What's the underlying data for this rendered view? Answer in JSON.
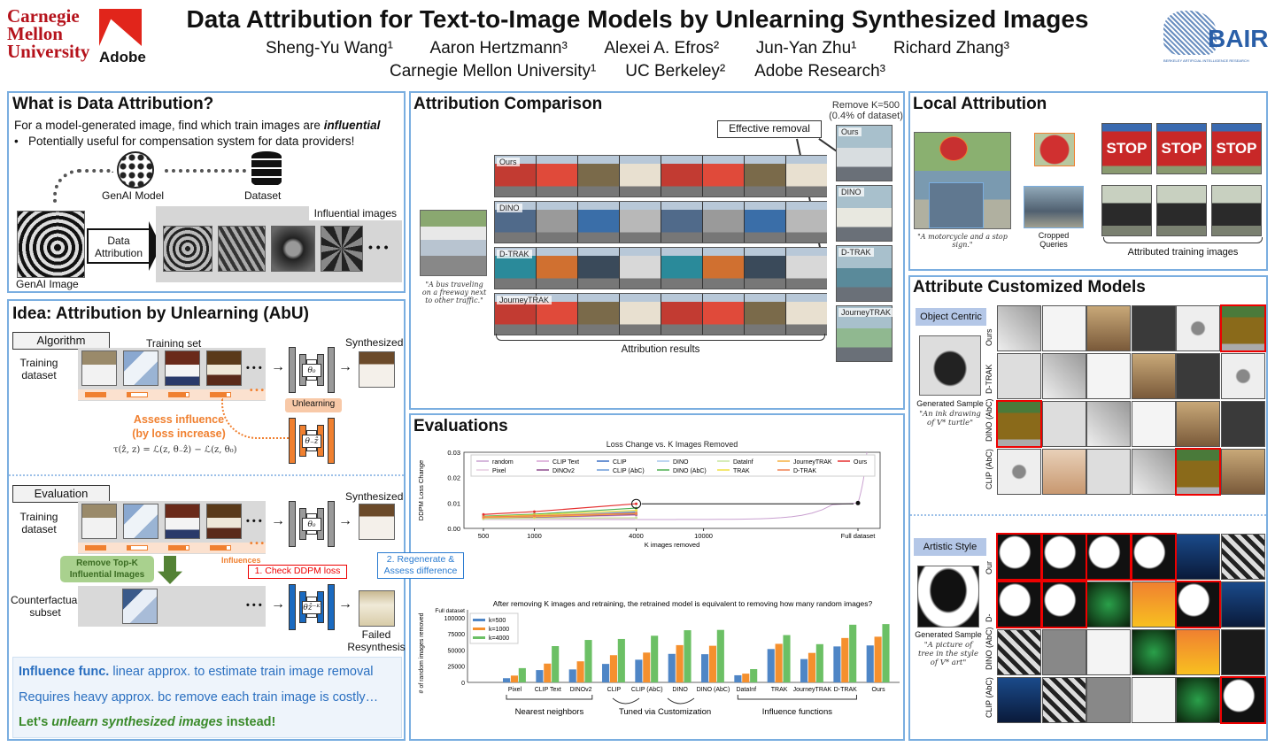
{
  "header": {
    "logo_cmu": [
      "Carnegie",
      "Mellon",
      "University"
    ],
    "logo_adobe": "Adobe",
    "logo_bair": "BAIR",
    "logo_bair_sub": "BERKELEY ARTIFICIAL INTELLIGENCE RESEARCH",
    "title": "Data Attribution for Text-to-Image Models by Unlearning Synthesized Images",
    "authors": [
      "Sheng-Yu Wang¹",
      "Aaron Hertzmann³",
      "Alexei A. Efros²",
      "Jun-Yan Zhu¹",
      "Richard Zhang³"
    ],
    "affiliations": [
      "Carnegie Mellon University¹",
      "UC Berkeley²",
      "Adobe Research³"
    ]
  },
  "what": {
    "title": "What is Data Attribution?",
    "line1_prefix": "For a model-generated image, find which train images are ",
    "line1_emph": "influential",
    "bullet": "Potentially useful for compensation system for data providers!",
    "genai_model": "GenAI Model",
    "dataset": "Dataset",
    "genai_image": "GenAI Image",
    "data_attribution": "Data Attribution",
    "influential_images": "Influential images",
    "ellipsis": "• • •"
  },
  "idea": {
    "title": "Idea: Attribution by Unlearning (AbU)",
    "algorithm": "Algorithm",
    "training_set": "Training set",
    "training_dataset": "Training dataset",
    "synthesized": "Synthesized",
    "theta0": "θ₀",
    "theta_minus": "θ₋ẑ",
    "theta_k": "θẑ⁻ᴷ",
    "unlearning": "Unlearning",
    "assess1": "Assess influence",
    "assess2": "(by loss increase)",
    "formula": "τ(ẑ, z) = ℒ(z, θ₋ẑ) − ℒ(z, θ₀)",
    "influence_bars": [
      1.0,
      0.2,
      0.85,
      0.8
    ],
    "evaluation": "Evaluation",
    "influences": "Influences",
    "remove_topk": "Remove Top-K Influential Images",
    "check_loss": "1. Check DDPM loss",
    "regenerate": "2. Regenerate & Assess difference",
    "counterfactual": "Counterfactual subset",
    "failed": "Failed Resynthesis",
    "ellipsis": "• • •",
    "summary": {
      "l1_bold": "Influence func.",
      "l1_rest": " linear approx. to estimate train image removal",
      "l2": "Requires heavy approx. bc remove each train image is costly…",
      "l3_a": "Let's ",
      "l3_b": "unlearn synthesized images",
      "l3_c": " instead!"
    }
  },
  "comparison": {
    "title": "Attribution Comparison",
    "remove_k": "Remove K=500",
    "remove_pct": "(0.4% of dataset)",
    "effective_removal": "Effective removal",
    "query_caption": "\"A bus traveling on a freeway next to other traffic.\"",
    "rows": [
      "Ours",
      "DINO",
      "D-TRAK",
      "JourneyTRAK"
    ],
    "attribution_results": "Attribution results"
  },
  "local": {
    "title": "Local Attribution",
    "caption": "\"A motorcycle and a stop sign.\"",
    "cropped": "Cropped Queries",
    "attributed": "Attributed training images",
    "stop": "STOP"
  },
  "custom": {
    "title": "Attribute Customized Models",
    "object": {
      "label": "Object Centric",
      "gen": "Generated Sample",
      "prompt": "\"An ink drawing of V* turtle\"",
      "rows": [
        "Ours",
        "D-TRAK",
        "DINO (AbC)",
        "CLIP (AbC)"
      ],
      "highlights": [
        [
          5
        ],
        [],
        [
          0
        ],
        [
          4
        ]
      ]
    },
    "style": {
      "label": "Artistic Style",
      "gen": "Generated Sample",
      "prompt": "\"A picture of tree in the style of V* art\"",
      "rows": [
        "Our",
        "D-",
        "DINO (AbC)",
        "CLIP (AbC)"
      ],
      "highlights": [
        [
          0,
          1,
          2,
          3
        ],
        [
          0,
          1,
          4
        ],
        [],
        [
          5
        ]
      ]
    }
  },
  "evaluations": {
    "title": "Evaluations",
    "brackets": [
      "Nearest neighbors",
      "Tuned via Customization",
      "Influence functions"
    ]
  },
  "chart_data": [
    {
      "type": "line",
      "title": "Loss Change vs. K Images Removed",
      "xlabel": "K images removed",
      "ylabel": "DDPM Loss Change",
      "x_ticks": [
        "500",
        "1000",
        "4000",
        "10000",
        "Full dataset"
      ],
      "y_ticks": [
        "0.00",
        "0.01",
        "0.02",
        "0.03"
      ],
      "ylim": [
        0,
        0.03
      ],
      "x": [
        500,
        1000,
        4000
      ],
      "series": [
        {
          "name": "random",
          "color": "#c9a0d0",
          "values": [
            0.0035,
            0.0035,
            0.0035
          ]
        },
        {
          "name": "Pixel",
          "color": "#e6cbe0",
          "values": [
            0.0036,
            0.0037,
            0.0038
          ]
        },
        {
          "name": "CLIP Text",
          "color": "#d7a3d4",
          "values": [
            0.004,
            0.0043,
            0.0052
          ]
        },
        {
          "name": "DINOv2",
          "color": "#8e4a8e",
          "values": [
            0.004,
            0.0044,
            0.0055
          ]
        },
        {
          "name": "CLIP",
          "color": "#3a6fc4",
          "values": [
            0.0042,
            0.0047,
            0.0063
          ]
        },
        {
          "name": "CLIP (AbC)",
          "color": "#6b9bd8",
          "values": [
            0.0043,
            0.0049,
            0.0066
          ]
        },
        {
          "name": "DINO",
          "color": "#a8c8ec",
          "values": [
            0.0044,
            0.005,
            0.0068
          ]
        },
        {
          "name": "DINO (AbC)",
          "color": "#4caf50",
          "values": [
            0.0048,
            0.0056,
            0.008
          ]
        },
        {
          "name": "DataInf",
          "color": "#c8e6a0",
          "values": [
            0.0038,
            0.004,
            0.0042
          ]
        },
        {
          "name": "TRAK",
          "color": "#f0e040",
          "values": [
            0.0046,
            0.0053,
            0.0071
          ]
        },
        {
          "name": "JourneyTRAK",
          "color": "#f5b040",
          "values": [
            0.0042,
            0.0046,
            0.0058
          ]
        },
        {
          "name": "D-TRAK",
          "color": "#f08050",
          "values": [
            0.0045,
            0.005,
            0.006
          ]
        },
        {
          "name": "Ours",
          "color": "#e53030",
          "values": [
            0.0055,
            0.0066,
            0.0097
          ]
        }
      ],
      "random_full_dataset_value": 0.01,
      "legend": "top"
    },
    {
      "type": "bar",
      "title": "After removing K images and retraining, the retrained model is equivalent to removing how many random images?",
      "ylabel": "# of random images removed",
      "y_ticks": [
        "0",
        "25000",
        "50000",
        "75000",
        "100000",
        "Full dataset"
      ],
      "ylim": [
        0,
        112000
      ],
      "categories": [
        "Pixel",
        "CLIP Text",
        "DINOv2",
        "CLIP",
        "CLIP (AbC)",
        "DINO",
        "DINO (AbC)",
        "DataInf",
        "TRAK",
        "JourneyTRAK",
        "D-TRAK",
        "Ours"
      ],
      "series": [
        {
          "name": "k=500",
          "color": "#4f86c6",
          "values": [
            6500,
            19000,
            20000,
            28500,
            35000,
            44000,
            43500,
            11000,
            51500,
            36000,
            55500,
            57000
          ]
        },
        {
          "name": "k=1000",
          "color": "#f5902e",
          "values": [
            10500,
            29000,
            32500,
            42000,
            46000,
            57500,
            56500,
            13500,
            59500,
            45500,
            68500,
            70500
          ]
        },
        {
          "name": "k=4000",
          "color": "#6cc065",
          "values": [
            22000,
            56000,
            65500,
            67000,
            72000,
            80500,
            81000,
            20500,
            73000,
            59000,
            89000,
            90000
          ]
        }
      ],
      "legend": "top-left"
    }
  ]
}
